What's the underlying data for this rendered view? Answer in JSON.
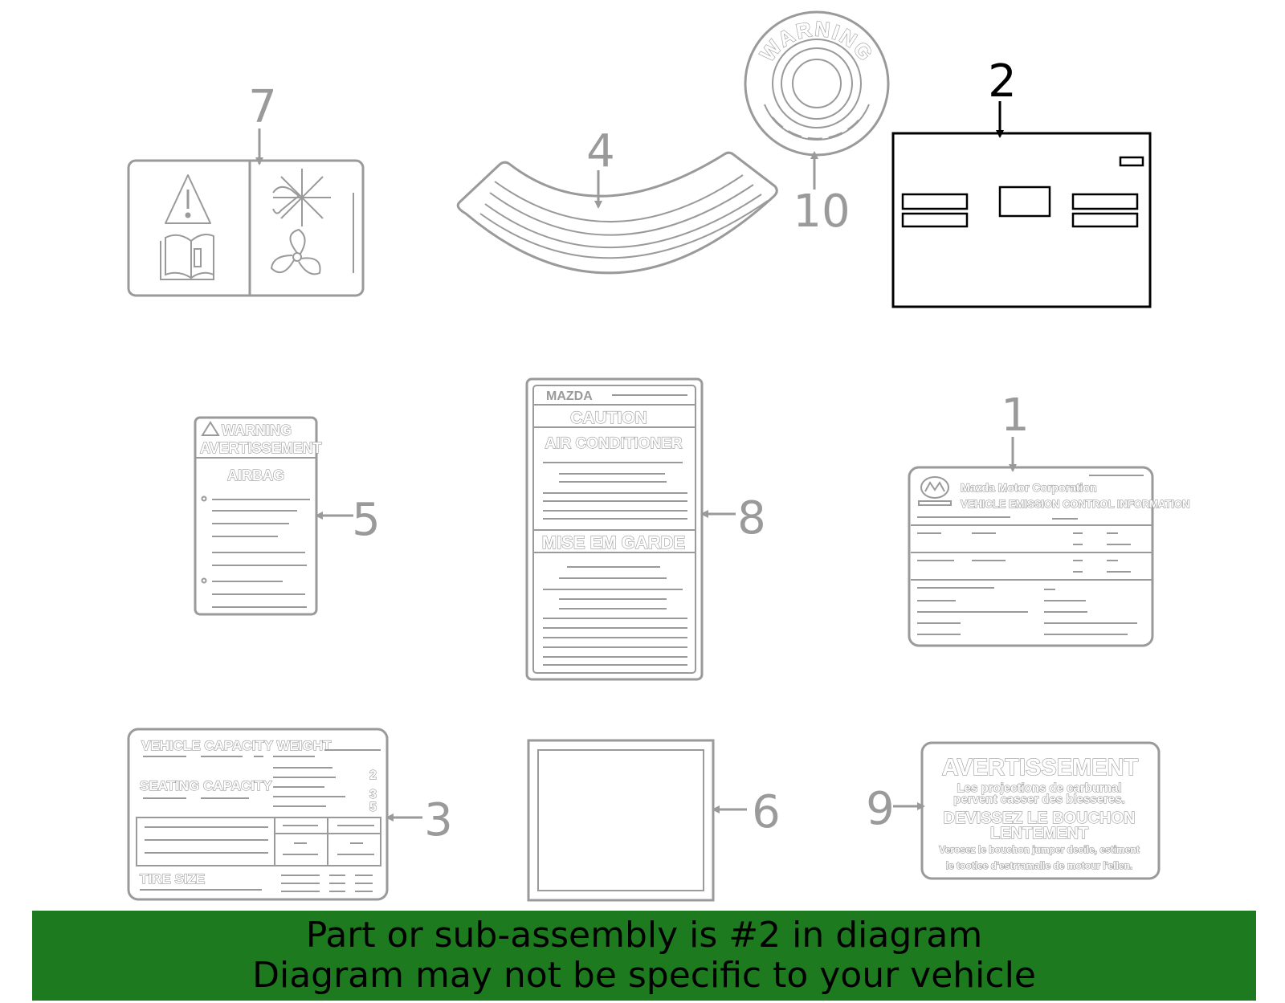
{
  "colors": {
    "part_stroke": "#9a9a9a",
    "highlight_stroke": "#000000",
    "banner_bg": "#1e7a1e"
  },
  "callouts": {
    "c1": "1",
    "c2": "2",
    "c3": "3",
    "c4": "4",
    "c5": "5",
    "c6": "6",
    "c7": "7",
    "c8": "8",
    "c9": "9",
    "c10": "10"
  },
  "parts": {
    "p10": {
      "text": "WARNING"
    },
    "p5": {
      "warning": "WARNING",
      "avertissement": "AVERTISSEMENT",
      "airbag": "AIRBAG"
    },
    "p8": {
      "brand": "MAZDA",
      "caution": "CAUTION",
      "air_conditioner": "AIR CONDITIONER",
      "mise": "MISE EM GARDE"
    },
    "p1": {
      "company": "Mazda Motor Corporation",
      "title": "VEHICLE EMISSION CONTROL INFORMATION",
      "logo_text": "MAZDA"
    },
    "p3": {
      "capacity": "VEHICLE CAPACITY WEIGHT",
      "seating": "SEATING CAPACITY",
      "tire": "TIRE SIZE",
      "n2": "2",
      "n3": "3",
      "n5": "5"
    },
    "p9": {
      "l1": "AVERTISSEMENT",
      "l2": "Les projections de carburnal",
      "l3": "pervent casser des blesseres.",
      "l4": "DEVISSEZ LE BOUCHON",
      "l5": "LENTEMENT",
      "l6": "Verosez le bouchon jumper decile, estiment",
      "l7": "le tootlee d'estrramalle de motour l'ellen."
    }
  },
  "banner": {
    "line1": "Part or sub-assembly is #2 in diagram",
    "line2": "Diagram may not be specific to your vehicle"
  }
}
